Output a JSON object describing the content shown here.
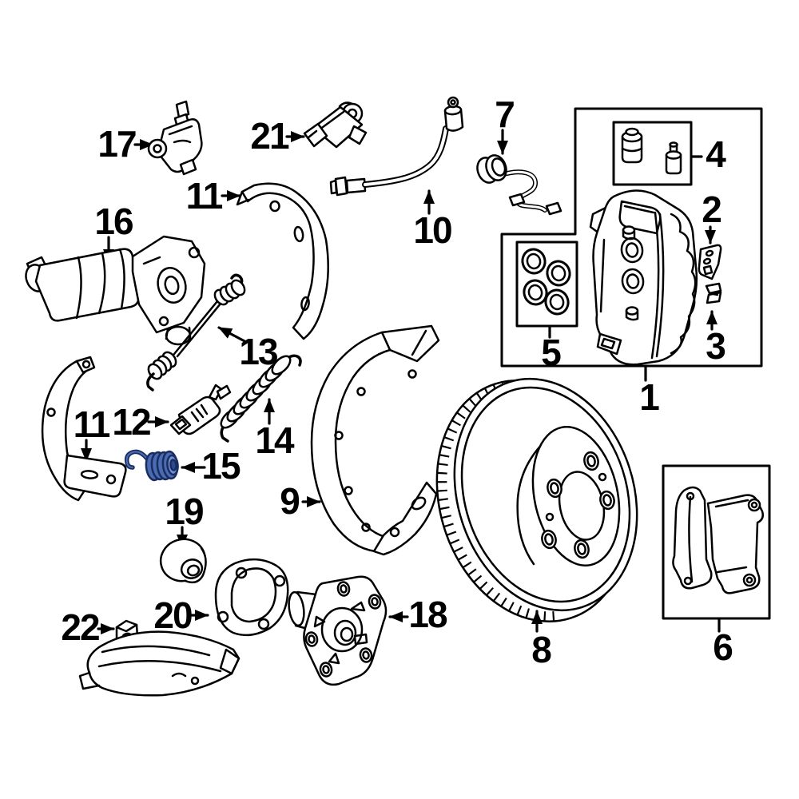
{
  "diagram": {
    "type": "exploded-parts-diagram",
    "subject": "Rear disc brake components",
    "background_color": "#ffffff",
    "line_color": "#000000",
    "highlighted_part": {
      "label": "15",
      "fill": "#4a6cb3",
      "outline": "#1b2d5f"
    },
    "callouts": [
      {
        "label": "1",
        "part": "disc-brake-caliper"
      },
      {
        "label": "2",
        "part": "caliper-pad-retainer-clip"
      },
      {
        "label": "3",
        "part": "caliper-spring-clip"
      },
      {
        "label": "4",
        "part": "bleeder-screw-kit"
      },
      {
        "label": "5",
        "part": "caliper-piston-seal-kit"
      },
      {
        "label": "6",
        "part": "disc-brake-pad-set"
      },
      {
        "label": "7",
        "part": "pad-wear-sensor-harness"
      },
      {
        "label": "8",
        "part": "disc-brake-rotor"
      },
      {
        "label": "9",
        "part": "brake-splash-shield"
      },
      {
        "label": "10",
        "part": "hydraulic-brake-hose"
      },
      {
        "label": "11",
        "part": "parking-brake-shoe-upper"
      },
      {
        "label": "11",
        "part": "parking-brake-shoe-lower"
      },
      {
        "label": "12",
        "part": "parking-brake-shoe-adjuster"
      },
      {
        "label": "13",
        "part": "adjuster-spring"
      },
      {
        "label": "14",
        "part": "shoe-return-spring"
      },
      {
        "label": "15",
        "part": "shoe-hold-down-spring",
        "highlighted": true
      },
      {
        "label": "16",
        "part": "parking-brake-actuator"
      },
      {
        "label": "17",
        "part": "brake-pad-wear-sensor"
      },
      {
        "label": "18",
        "part": "wheel-hub"
      },
      {
        "label": "19",
        "part": "wheel-bearing"
      },
      {
        "label": "20",
        "part": "hub-gasket"
      },
      {
        "label": "21",
        "part": "abs-wheel-speed-sensor"
      },
      {
        "label": "22",
        "part": "shield-mounting-bracket"
      }
    ]
  }
}
